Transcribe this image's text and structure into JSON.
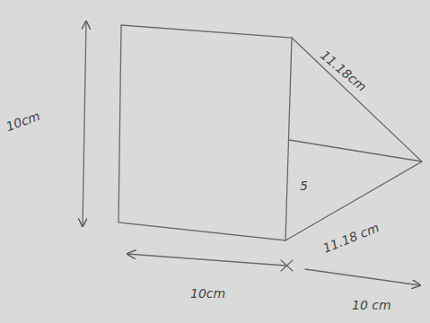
{
  "diagram": {
    "labels": [
      "10cm",
      "10cm",
      "10 cm",
      "11.18cm",
      "11.18 cm",
      "5"
    ]
  }
}
